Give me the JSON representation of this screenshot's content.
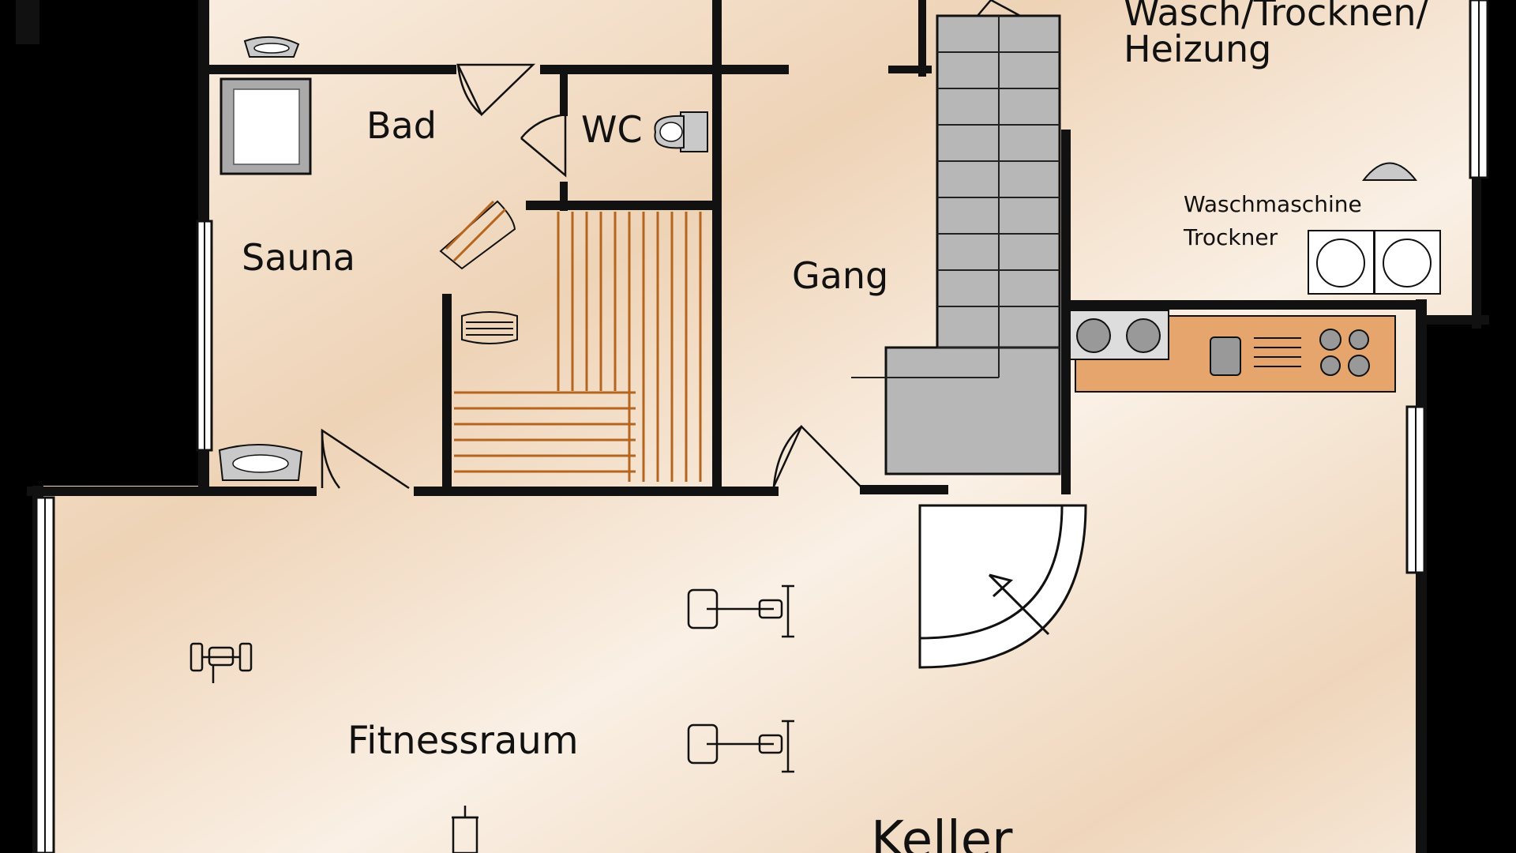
{
  "floor_name": "Keller",
  "colors": {
    "background": "#000000",
    "floor": "#f8ecdf",
    "floor_shade": "#ecc9a6",
    "wall": "#111111",
    "stairs": "#b5b5b5",
    "kitchen_counter": "#e7a56e",
    "sauna_wood": "#b5651d"
  },
  "rooms": {
    "bad": "Bad",
    "wc": "WC",
    "sauna": "Sauna",
    "gang": "Gang",
    "wasch_line1": "Wasch/Trocknen/",
    "wasch_line2": "Heizung",
    "fitness": "Fitnessraum"
  },
  "appliances": {
    "waschmaschine": "Waschmaschine",
    "trockner": "Trockner"
  }
}
